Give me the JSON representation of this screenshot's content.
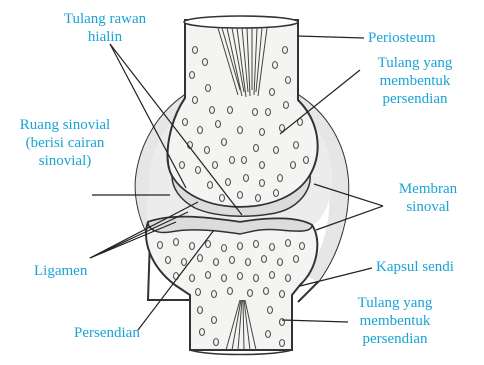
{
  "labels": {
    "tulang_rawan": [
      "Tulang rawan",
      "hialin"
    ],
    "periosteum": "Periosteum",
    "tulang_atas": [
      "Tulang yang",
      "membentuk",
      "persendian"
    ],
    "ruang_sinovial": [
      "Ruang sinovial",
      "(berisi cairan",
      "sinovial)"
    ],
    "membran": [
      "Membran",
      "sinoval"
    ],
    "ligamen": "Ligamen",
    "kapsul": "Kapsul sendi",
    "persendian": "Persendian",
    "tulang_bawah": [
      "Tulang yang",
      "membentuk",
      "persendian"
    ]
  },
  "colors": {
    "label_text": "#1aa3d6",
    "outline": "#333333",
    "bone_fill": "#f4f4f2",
    "cartilage_fill": "#dcdcdc",
    "synovial_fill": "#ececec"
  }
}
